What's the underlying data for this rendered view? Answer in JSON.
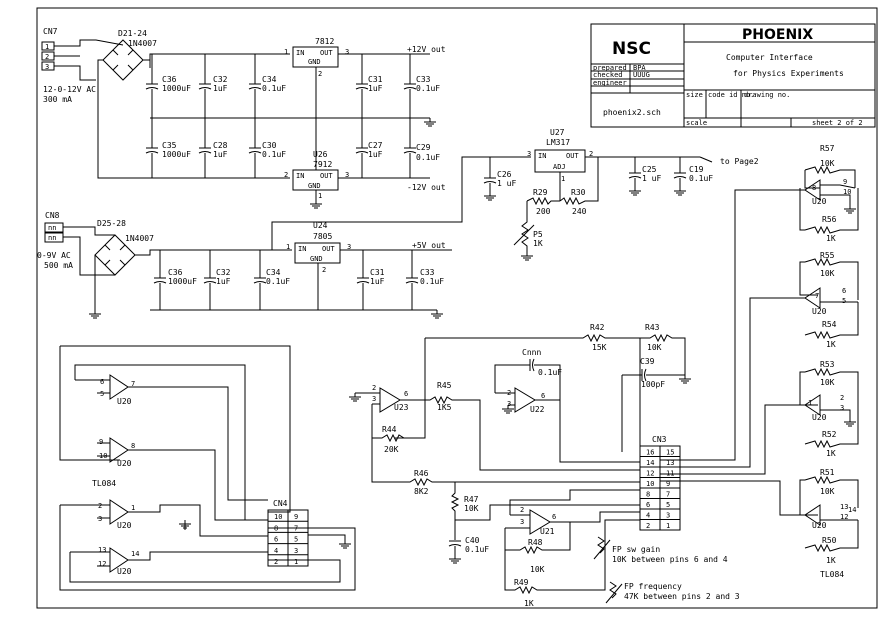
{
  "title_block": {
    "org": "NSC",
    "project": "PHOENIX",
    "subtitle1": "Computer Interface",
    "subtitle2": "for Physics Experiments",
    "prepared_label": "prepared",
    "prepared_value": "BPA",
    "checked_label": "checked",
    "checked_value": "UUUG",
    "engineer_label": "engineer",
    "filename": "phoenix2.sch",
    "size_label": "size",
    "code_label": "code id no.",
    "drawing_label": "drawing no.",
    "scale_label": "scale",
    "sheet_label": "sheet 2 of 2"
  },
  "supply1": {
    "connector": "CN7",
    "pins": [
      "1",
      "2",
      "3"
    ],
    "bridge": "D21-24",
    "bridge_part": "1N4007",
    "input1": "12-0-12V AC",
    "input2": "300 mA",
    "reg_pos": "7812",
    "reg_pos_pins": {
      "in_num": "1",
      "in": "IN",
      "out": "OUT",
      "out_num": "3",
      "gnd": "GND",
      "gnd_num": "2"
    },
    "reg_neg_ref": "U26",
    "reg_neg": "7912",
    "reg_neg_pins": {
      "in_num": "2",
      "in": "IN",
      "out": "OUT",
      "out_num": "3",
      "gnd": "GND",
      "gnd_num": "1"
    },
    "out_pos": "+12V out",
    "out_neg": "-12V out",
    "caps_top": [
      {
        "ref": "C36",
        "val": "1000uF"
      },
      {
        "ref": "C32",
        "val": "1uF"
      },
      {
        "ref": "C34",
        "val": "0.1uF"
      },
      {
        "ref": "C31",
        "val": "1uF"
      },
      {
        "ref": "C33",
        "val": "0.1uF"
      }
    ],
    "caps_bottom": [
      {
        "ref": "C35",
        "val": "1000uF"
      },
      {
        "ref": "C28",
        "val": "1uF"
      },
      {
        "ref": "C30",
        "val": "0.1uF"
      },
      {
        "ref": "C27",
        "val": "1uF"
      },
      {
        "ref": "C29",
        "val": "0.1uF"
      }
    ]
  },
  "lm317": {
    "ref": "U27",
    "part": "LM317",
    "pin_in": "3",
    "in": "IN",
    "out": "OUT",
    "pin_out": "2",
    "adj": "ADJ",
    "pin_adj": "1",
    "c26_ref": "C26",
    "c26_val": "1 uF",
    "c25_ref": "C25",
    "c25_val": "1 uF",
    "c19_ref": "C19",
    "c19_val": "0.1uF",
    "to_page": "to Page2",
    "r29_ref": "R29",
    "r29_val": "200",
    "r30_ref": "R30",
    "r30_val": "240",
    "p5_ref": "P5",
    "p5_val": "1K"
  },
  "supply2": {
    "connector": "CN8",
    "pin_label": "nn",
    "bridge": "D25-28",
    "bridge_part": "1N4007",
    "input1": "0-9V AC",
    "input2": "500 mA",
    "reg_ref": "U24",
    "reg": "7805",
    "reg_pins": {
      "in_num": "1",
      "in": "IN",
      "out": "OUT",
      "out_num": "3",
      "gnd": "GND",
      "gnd_num": "2"
    },
    "out": "+5V out",
    "caps": [
      {
        "ref": "C36",
        "val": "1000uF"
      },
      {
        "ref": "C32",
        "val": "1uF"
      },
      {
        "ref": "C34",
        "val": "0.1uF"
      },
      {
        "ref": "C31",
        "val": "1uF"
      },
      {
        "ref": "C33",
        "val": "0.1uF"
      }
    ]
  },
  "right_opamps": [
    {
      "rtop": "R57",
      "rtop_v": "10K",
      "pin_out": "8",
      "pin_a": "9",
      "pin_b": "10",
      "unit": "U20",
      "rbot": "R56",
      "rbot_v": "1K"
    },
    {
      "rtop": "R55",
      "rtop_v": "10K",
      "pin_out": "7",
      "pin_a": "6",
      "pin_b": "5",
      "unit": "U20",
      "rbot": "R54",
      "rbot_v": "1K"
    },
    {
      "rtop": "R53",
      "rtop_v": "10K",
      "pin_out": "1",
      "pin_a": "2",
      "pin_b": "3",
      "unit": "U20",
      "rbot": "R52",
      "rbot_v": "1K"
    },
    {
      "rtop": "R51",
      "rtop_v": "10K",
      "pin_out": "14",
      "pin_a": "13",
      "pin_b": "12",
      "unit": "U20",
      "rbot": "R50",
      "rbot_v": "1K"
    }
  ],
  "tl084_right": "TL084",
  "center": {
    "r42": "R42",
    "r42_v": "15K",
    "r43": "R43",
    "r43_v": "10K",
    "c39": "C39",
    "c39_v": "100pF",
    "cnnn": "Cnnn",
    "cnnn_v": "0.1uF",
    "u23_a": "2",
    "u23_b": "3",
    "u23_out": "6",
    "u23": "U23",
    "r45": "R45",
    "r45_v": "1K5",
    "u22_a": "2",
    "u22_b": "3",
    "u22_out": "6",
    "u22": "U22",
    "r44": "R44",
    "r44_v": "20K",
    "r46": "R46",
    "r46_v": "8K2",
    "r47": "R47",
    "r47_v": "10K",
    "c40": "C40",
    "c40_v": "0.1uF",
    "u21_a": "2",
    "u21_b": "3",
    "u21_out": "6",
    "u21": "U21",
    "r48": "R48",
    "r48_v": "10K",
    "r49": "R49",
    "r49_v": "1K",
    "fp_gain": "FP sw gain",
    "fp_gain_note": "10K between pins 6 and 4",
    "fp_freq": "FP frequency",
    "fp_freq_note": "47K between pins 2 and 3"
  },
  "cn3": {
    "ref": "CN3",
    "rows": [
      [
        "16",
        "15"
      ],
      [
        "14",
        "13"
      ],
      [
        "12",
        "11"
      ],
      [
        "10",
        "9"
      ],
      [
        "8",
        "7"
      ],
      [
        "6",
        "5"
      ],
      [
        "4",
        "3"
      ],
      [
        "2",
        "1"
      ]
    ]
  },
  "cn4": {
    "ref": "CN4",
    "rows": [
      [
        "10",
        "9"
      ],
      [
        "8",
        "7"
      ],
      [
        "6",
        "5"
      ],
      [
        "4",
        "3"
      ],
      [
        "2",
        "1"
      ]
    ]
  },
  "left_opamps": [
    {
      "pa": "6",
      "pb": "5",
      "out": "7",
      "unit": "U20"
    },
    {
      "pa": "9",
      "pb": "10",
      "out": "8",
      "unit": "U20"
    },
    {
      "pa": "2",
      "pb": "3",
      "out": "1",
      "unit": "U20"
    },
    {
      "pa": "13",
      "pb": "12",
      "out": "14",
      "unit": "U20"
    }
  ],
  "tl084_left": "TL084"
}
